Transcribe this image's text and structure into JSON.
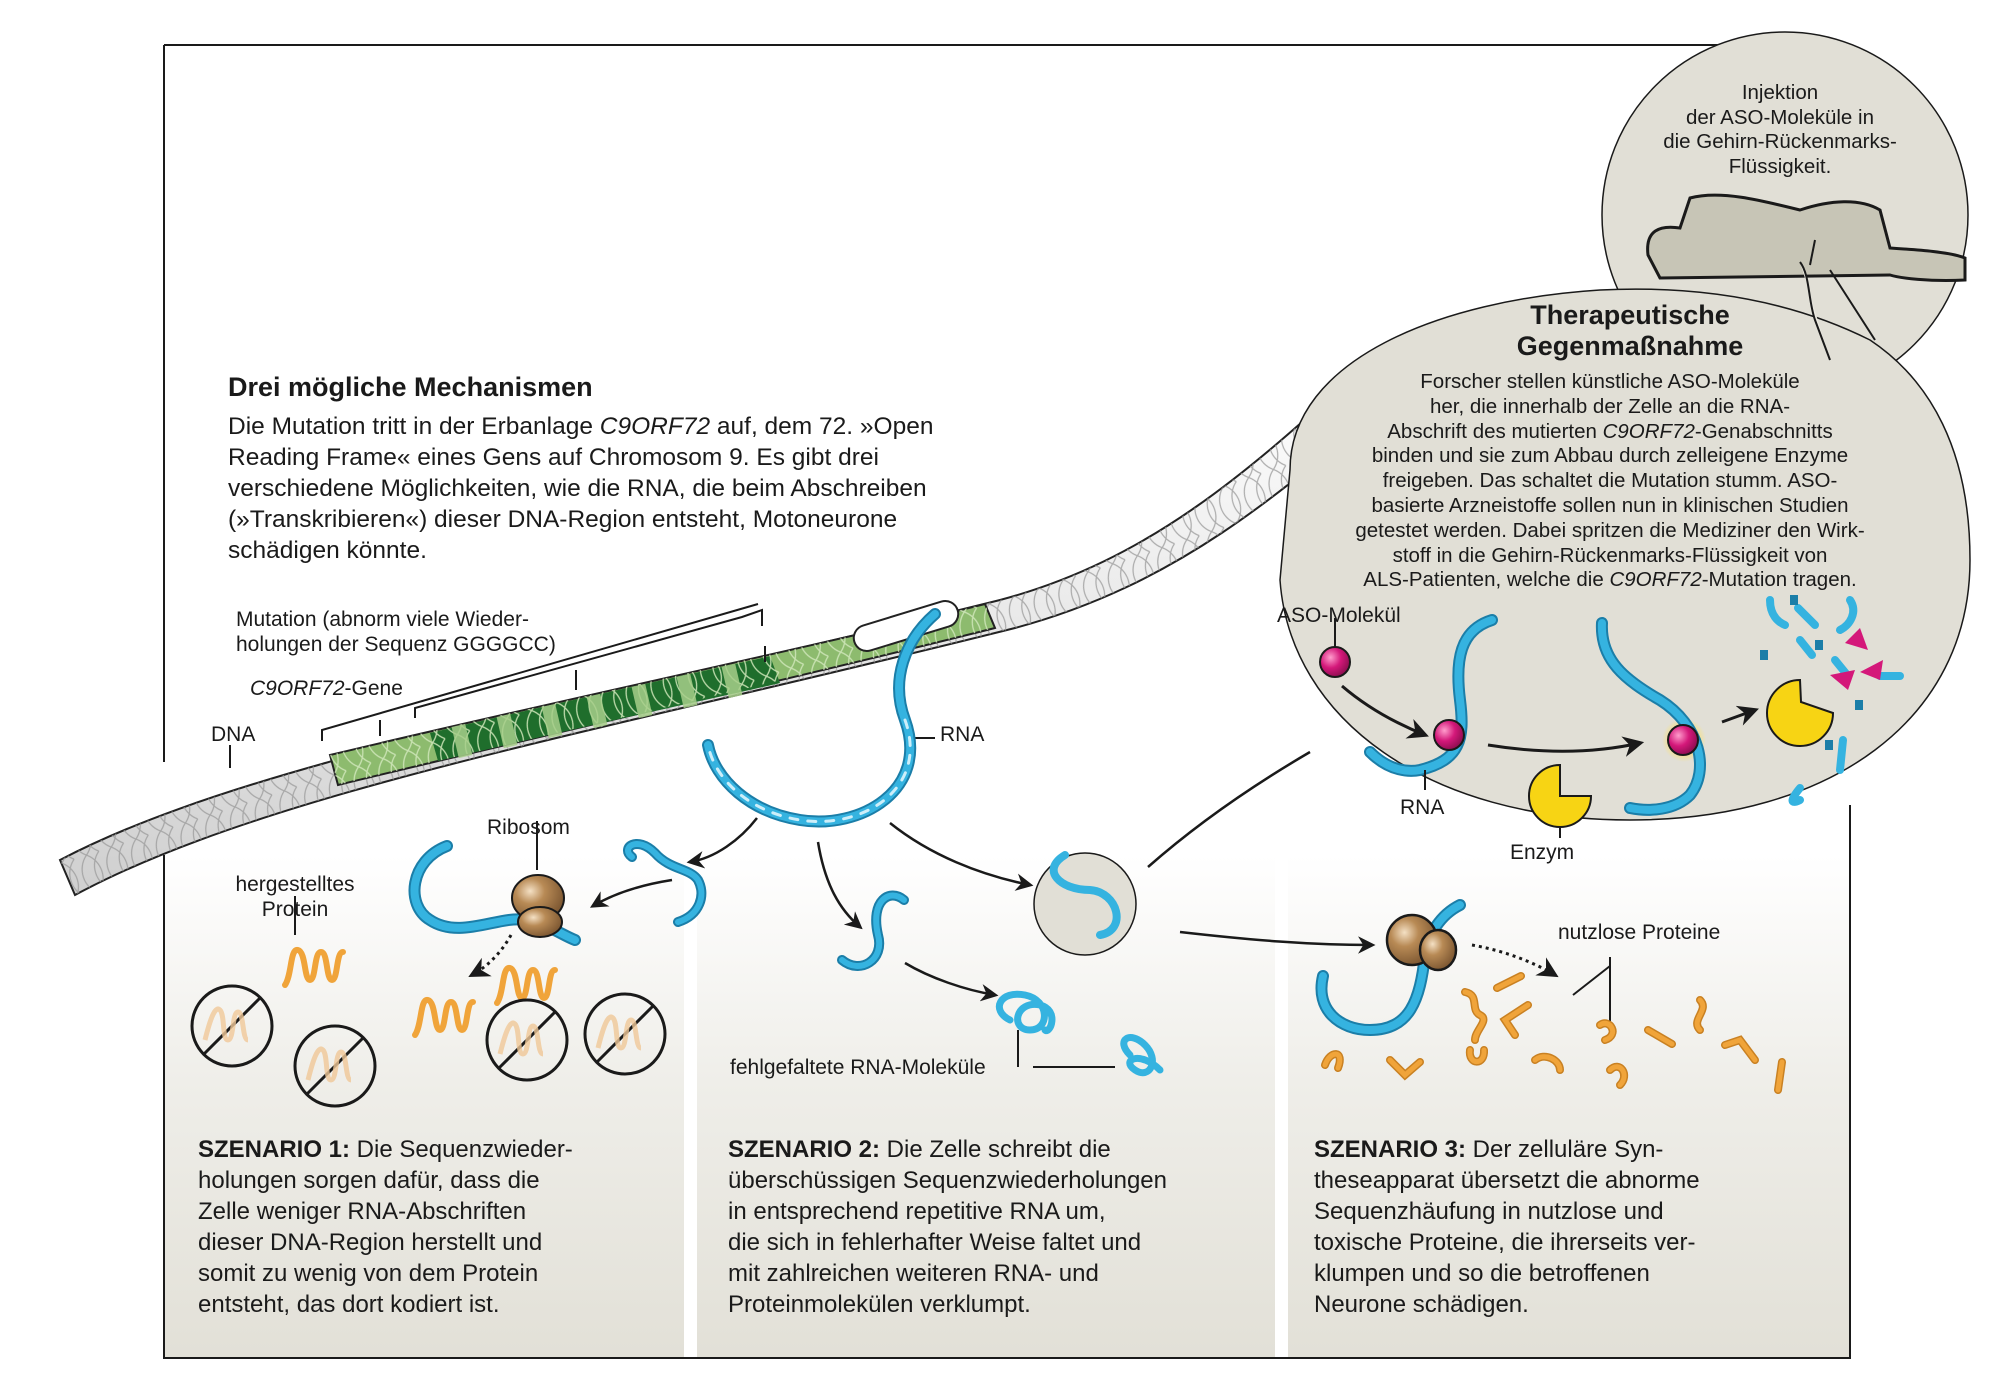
{
  "intro": {
    "title": "Drei mögliche Mechanismen",
    "lines": [
      [
        "Die Mutation tritt in der Erbanlage ",
        "C9ORF72",
        " auf, dem 72. »Open"
      ],
      [
        "Reading Frame« eines Gens auf Chromosom 9. Es gibt drei"
      ],
      [
        "verschiedene Möglichkeiten, wie die RNA, die beim Abschreiben"
      ],
      [
        "(»Transkribieren«) dieser DNA-Region entsteht, Motoneurone"
      ],
      [
        "schädigen könnte."
      ]
    ]
  },
  "labels": {
    "mutation_line1": "Mutation (abnorm viele Wieder-",
    "mutation_line2": "holungen der Sequenz GGGGCC)",
    "gene_italic": "C9ORF72",
    "gene_suffix": "-Gene",
    "dna": "DNA",
    "rna": "RNA",
    "ribosom": "Ribosom",
    "protein_line1": "hergestelltes",
    "protein_line2": "Protein",
    "misfolded": "fehlgefaltete RNA-Moleküle",
    "useless_proteins": "nutzlose Proteine"
  },
  "injection": {
    "lines": [
      "Injektion",
      "der ASO-Moleküle in",
      "die Gehirn-Rückenmarks-",
      "Flüssigkeit."
    ]
  },
  "therapy": {
    "title_line1": "Therapeutische",
    "title_line2": "Gegenmaßnahme",
    "lines": [
      [
        "Forscher stellen künstliche ASO-Moleküle"
      ],
      [
        "her, die innerhalb der Zelle an die RNA-"
      ],
      [
        "Abschrift des mutierten ",
        "C9ORF72",
        "-Genabschnitts"
      ],
      [
        "binden und sie zum Abbau durch zelleigene Enzyme"
      ],
      [
        "freigeben. Das schaltet die Mutation stumm. ASO-"
      ],
      [
        "basierte Arzneistoffe sollen nun in klinischen Studien"
      ],
      [
        "getestet werden. Dabei spritzen die Mediziner den Wirk-"
      ],
      [
        "stoff in die Gehirn-Rückenmarks-Flüssigkeit von"
      ],
      [
        "ALS-Patienten, welche die ",
        "C9ORF72",
        "-Mutation tragen."
      ]
    ],
    "aso_label": "ASO-Molekül",
    "rna_label": "RNA",
    "enzyme_label": "Enzym"
  },
  "scenarios": [
    {
      "heading": "SZENARIO 1:",
      "lines": [
        " Die Sequenzwieder-",
        "holungen sorgen dafür, dass die",
        "Zelle weniger RNA-Abschriften",
        "dieser DNA-Region herstellt und",
        "somit zu wenig von dem Protein",
        "entsteht, das dort kodiert ist."
      ]
    },
    {
      "heading": "SZENARIO 2:",
      "lines": [
        " Die Zelle schreibt die",
        "überschüssigen Sequenzwiederholungen",
        "in entsprechend repetitive RNA um,",
        "die sich in fehlerhafter Weise faltet und",
        "mit zahlreichen weiteren RNA- und",
        "Proteinmolekülen verklumpt."
      ]
    },
    {
      "heading": "SZENARIO 3:",
      "lines": [
        " Der zelluläre Syn-",
        "theseapparat übersetzt die abnorme",
        "Sequenzhäufung in nutzlose und",
        "toxische Proteine, die ihrerseits ver-",
        "klumpen und so die betroffenen",
        "Neurone schädigen."
      ]
    }
  ],
  "colors": {
    "panel": "#e4e2da",
    "bubble": "#e1dfd6",
    "rna_blue": "#35b3e0",
    "rna_dark": "#1b7ea8",
    "gene_green": "#1f6e2c",
    "gene_light": "#8dbb6e",
    "ribosome": "#a77a48",
    "protein": "#f0a43a",
    "aso_magenta": "#d4187a",
    "enzyme_yellow": "#f7d414"
  }
}
